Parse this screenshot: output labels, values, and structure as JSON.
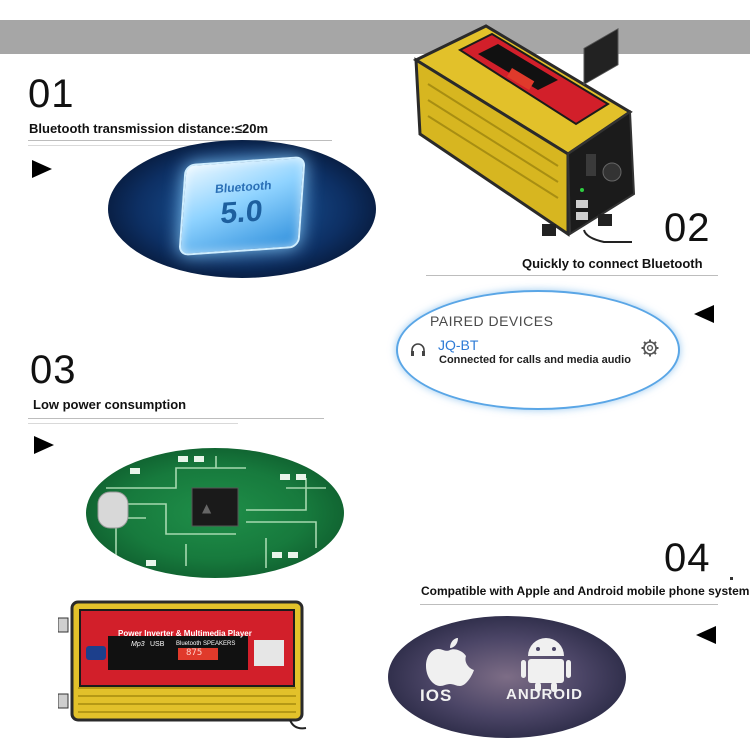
{
  "sections": [
    {
      "number": "01",
      "caption": "Bluetooth transmission distance:≤20m"
    },
    {
      "number": "02",
      "caption": "Quickly to connect Bluetooth"
    },
    {
      "number": "03",
      "caption": "Low power consumption"
    },
    {
      "number": "04",
      "caption": "Compatible with Apple and Android mobile phone systems"
    }
  ],
  "bluetooth_chip": {
    "label": "Bluetooth",
    "version": "5.0"
  },
  "paired_devices": {
    "title": "PAIRED DEVICES",
    "device_name": "JQ-BT",
    "status": "Connected for calls and media audio"
  },
  "os_logos": {
    "ios": "IOS",
    "android": "ANDROID"
  },
  "device_labels": {
    "front_title": "Power Inverter & Multimedia Player",
    "mp3": "Mp3",
    "usb": "USB",
    "bt_speakers": "Bluetooth SPEAKERS",
    "display": "875"
  },
  "colors": {
    "accent_yellow": "#e7c62a",
    "panel_red": "#d21f2a",
    "rule_gray": "#bdbdbd",
    "band_gray": "#a6a6a6",
    "bt_blue": "#2e7bd6"
  }
}
